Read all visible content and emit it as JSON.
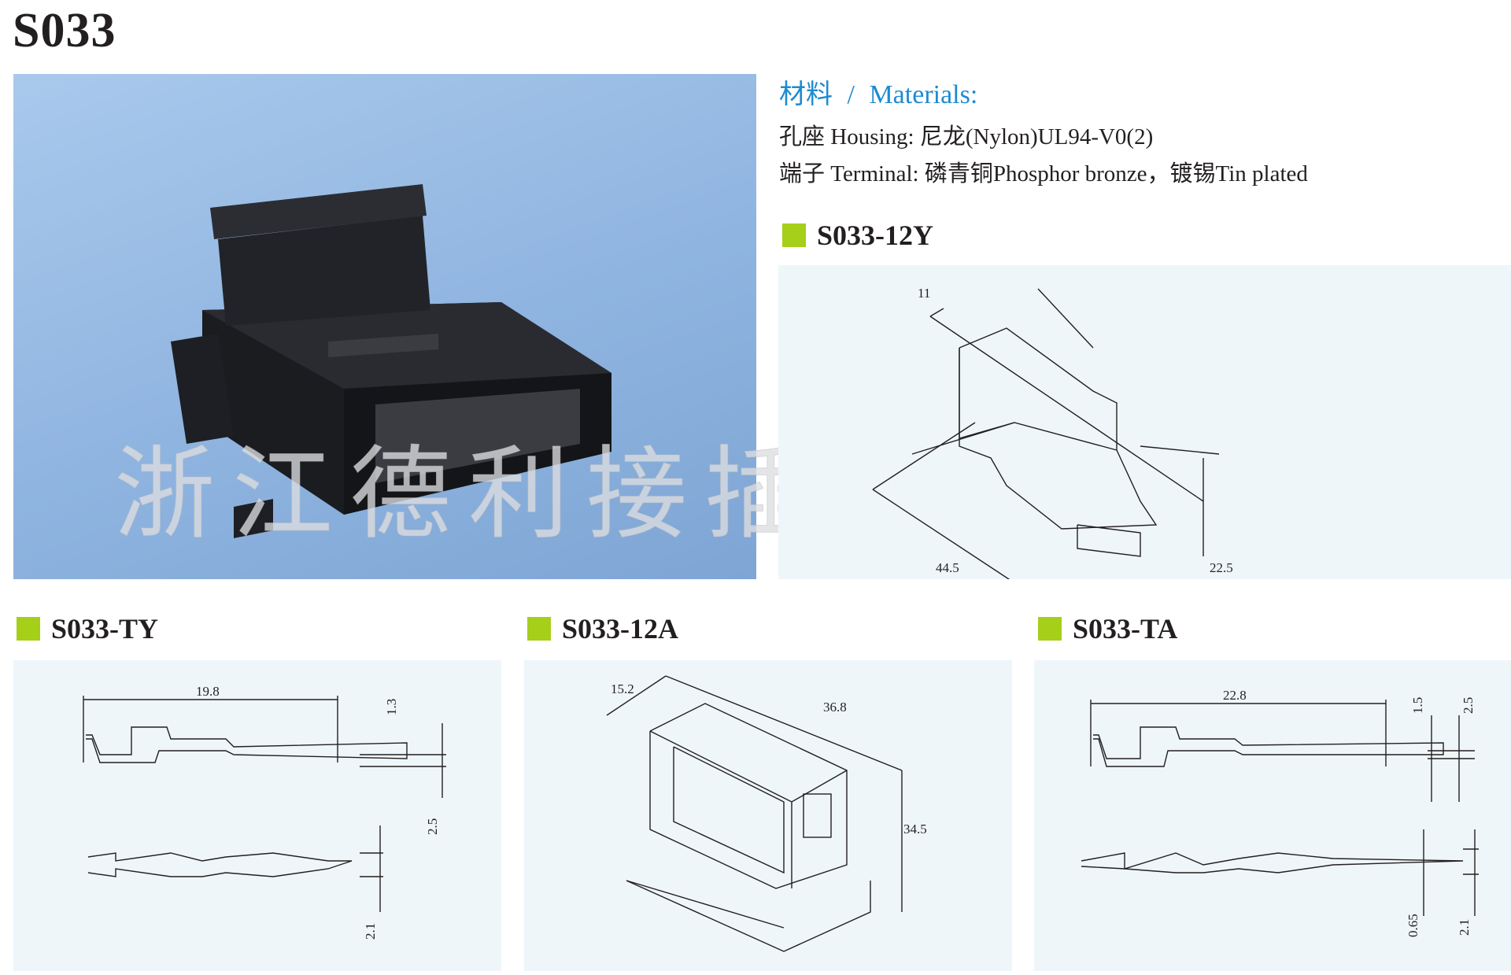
{
  "title": "S033",
  "materials": {
    "heading_cn": "材料",
    "separator": "/",
    "heading_en": "Materials:",
    "housing": "孔座 Housing: 尼龙(Nylon)UL94-V0(2)",
    "terminal": "端子 Terminal: 磷青铜Phosphor bronze，镀锡Tin plated"
  },
  "accent_color": "#a6cf1a",
  "heading_color": "#1d8bd1",
  "watermark": "浙江德利接插件有限公司",
  "products": [
    {
      "code": "S033-12Y",
      "dims": [
        "11",
        "44.5",
        "22.5"
      ]
    },
    {
      "code": "S033-TY",
      "dims": [
        "19.8",
        "1.3",
        "2.5",
        "2.1"
      ]
    },
    {
      "code": "S033-12A",
      "dims": [
        "15.2",
        "36.8",
        "34.5"
      ]
    },
    {
      "code": "S033-TA",
      "dims": [
        "22.8",
        "1.5",
        "2.5",
        "0.65",
        "2.1"
      ]
    }
  ]
}
